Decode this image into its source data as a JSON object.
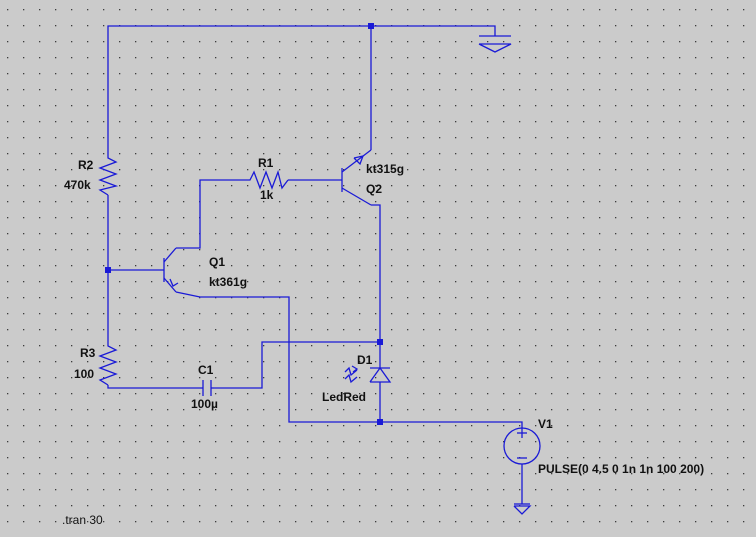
{
  "components": {
    "r1": {
      "ref": "R1",
      "value": "1k"
    },
    "r2": {
      "ref": "R2",
      "value": "470k"
    },
    "r3": {
      "ref": "R3",
      "value": "100"
    },
    "c1": {
      "ref": "C1",
      "value": "100µ"
    },
    "q1": {
      "ref": "Q1",
      "model": "kt361g"
    },
    "q2": {
      "ref": "Q2",
      "model": "kt315g"
    },
    "d1": {
      "ref": "D1",
      "model": "LedRed"
    },
    "v1": {
      "ref": "V1",
      "source": "PULSE(0 4.5 0 1n 1n 100 200)"
    }
  },
  "directive": ".tran 30",
  "colors": {
    "background": "#cbcbcb",
    "grid_dot": "#3c3c3c",
    "wire": "#1a1ad6",
    "text": "#111111"
  }
}
